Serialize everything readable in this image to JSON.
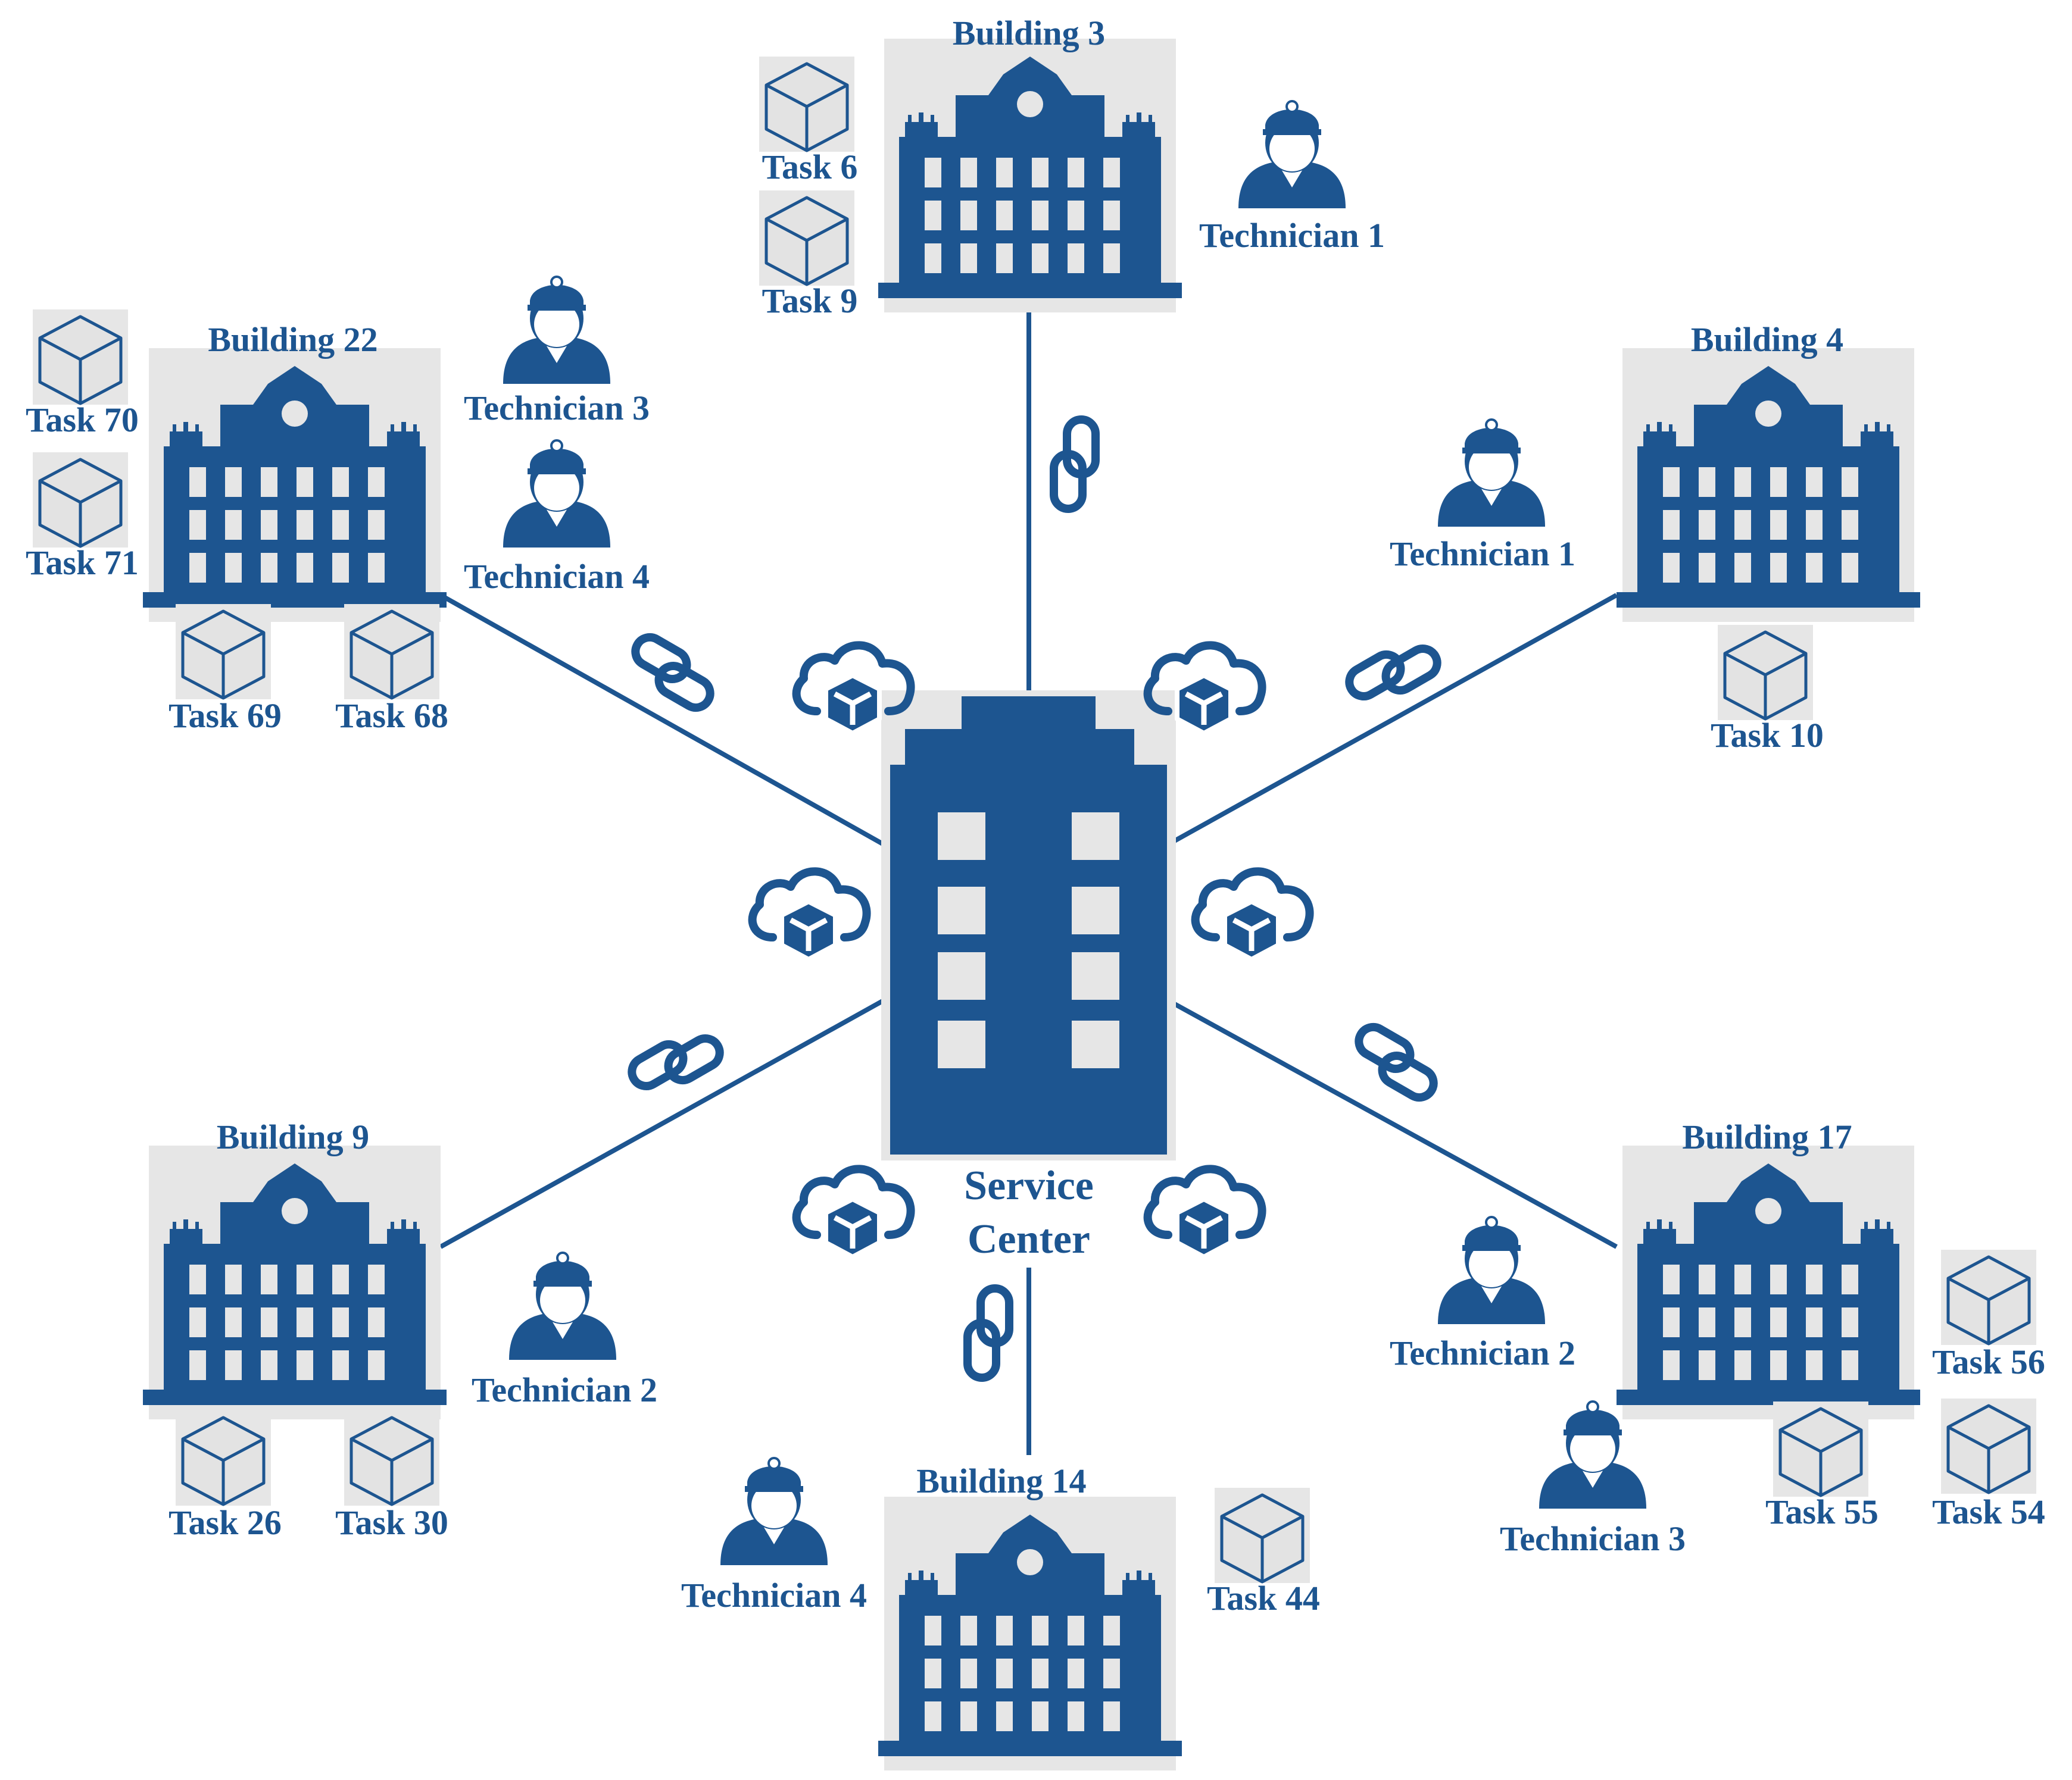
{
  "colors": {
    "primary": "#1d5590",
    "tile_bg": "#e6e6e6",
    "task_box_fill": "#e3e3e3",
    "task_box_stroke": "#1d5590",
    "window": "#e6e6e6"
  },
  "center": {
    "label_line1": "Service",
    "label_line2": "Center",
    "icon": "office-tower-icon"
  },
  "buildings": [
    {
      "id": "b3",
      "label": "Building 3"
    },
    {
      "id": "b22",
      "label": "Building 22"
    },
    {
      "id": "b4",
      "label": "Building 4"
    },
    {
      "id": "b9",
      "label": "Building 9"
    },
    {
      "id": "b17",
      "label": "Building 17"
    },
    {
      "id": "b14",
      "label": "Building 14"
    }
  ],
  "technicians": [
    {
      "label": "Technician 1",
      "building": "Building 3"
    },
    {
      "label": "Technician 3",
      "building": "Building 22"
    },
    {
      "label": "Technician 4",
      "building": "Building 22"
    },
    {
      "label": "Technician 1",
      "building": "Building 4"
    },
    {
      "label": "Technician 2",
      "building": "Building 9"
    },
    {
      "label": "Technician 2",
      "building": "Building 17"
    },
    {
      "label": "Technician 3",
      "building": "Building 17"
    },
    {
      "label": "Technician 4",
      "building": "Building 14"
    }
  ],
  "tasks": [
    {
      "label": "Task 6",
      "building": "Building 3"
    },
    {
      "label": "Task 9",
      "building": "Building 3"
    },
    {
      "label": "Task 70",
      "building": "Building 22"
    },
    {
      "label": "Task 71",
      "building": "Building 22"
    },
    {
      "label": "Task 69",
      "building": "Building 22"
    },
    {
      "label": "Task 68",
      "building": "Building 22"
    },
    {
      "label": "Task 10",
      "building": "Building 4"
    },
    {
      "label": "Task 26",
      "building": "Building 9"
    },
    {
      "label": "Task 30",
      "building": "Building 9"
    },
    {
      "label": "Task 56",
      "building": "Building 17"
    },
    {
      "label": "Task 55",
      "building": "Building 17"
    },
    {
      "label": "Task 54",
      "building": "Building 17"
    },
    {
      "label": "Task 44",
      "building": "Building 14"
    }
  ],
  "icons": {
    "link": "chain-link-icon",
    "cloud": "cloud-package-icon",
    "task": "cube-icon",
    "technician": "technician-avatar-icon",
    "building": "building-icon"
  }
}
